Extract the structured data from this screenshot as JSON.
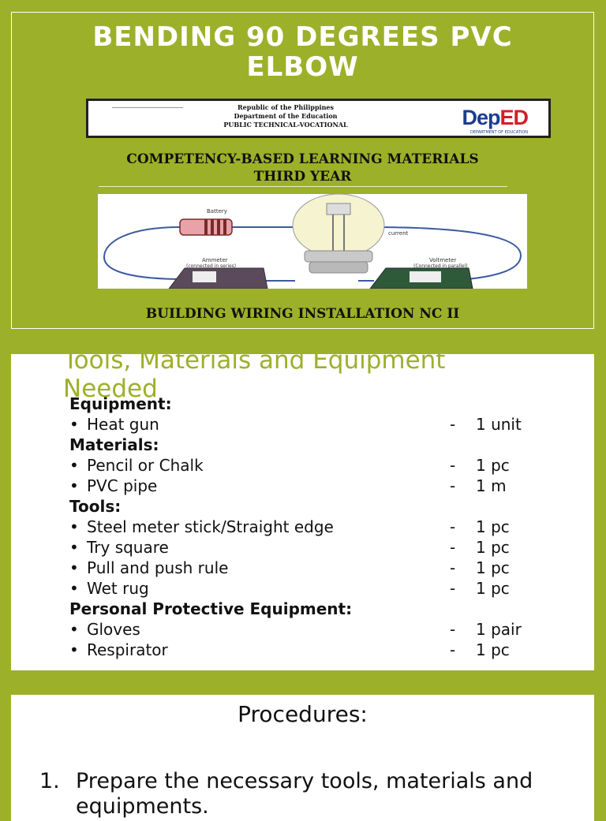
{
  "cover": {
    "title_line1": "BENDING 90 DEGREES PVC",
    "title_line2": "ELBOW",
    "banner": {
      "line1": "Republic of the Philippines",
      "line2": "Department of the Education",
      "line3": "PUBLIC TECHNICAL-VOCATIONAL",
      "logo_dep": "Dep",
      "logo_ed": "ED",
      "logo_sub": "DEPARTMENT OF EDUCATION"
    },
    "subtitle1": "COMPETENCY-BASED LEARNING MATERIALS",
    "subtitle2": "THIRD YEAR",
    "diagram_labels": {
      "battery": "Battery",
      "current": "current",
      "ammeter": "Ammeter",
      "ammeter_note": "(connected in series)",
      "voltmeter": "Voltmeter",
      "voltmeter_note": "(Connected in parallel)"
    },
    "footer": "BUILDING WIRING INSTALLATION NC II"
  },
  "tools_slide": {
    "title": "Tools, Materials and Equipment Needed",
    "sections": [
      {
        "heading": "Equipment:",
        "items": [
          {
            "name": "Heat gun",
            "qty": "1 unit"
          }
        ]
      },
      {
        "heading": "Materials:",
        "items": [
          {
            "name": "Pencil or Chalk",
            "qty": "1 pc"
          },
          {
            "name": "PVC pipe",
            "qty": "1 m"
          }
        ]
      },
      {
        "heading": "Tools:",
        "items": [
          {
            "name": "Steel meter stick/Straight edge",
            "qty": "1 pc"
          },
          {
            "name": "Try square",
            "qty": "1 pc"
          },
          {
            "name": "Pull and push rule",
            "qty": "1 pc"
          },
          {
            "name": "Wet rug",
            "qty": "1 pc"
          }
        ]
      },
      {
        "heading": "Personal Protective Equipment:",
        "items": [
          {
            "name": "Gloves",
            "qty": "1 pair"
          },
          {
            "name": "Respirator",
            "qty": "1 pc"
          }
        ]
      }
    ],
    "bullet": "•",
    "dash": "-"
  },
  "procedures_slide": {
    "title": "Procedures:",
    "steps": [
      {
        "num": "1.",
        "text": "Prepare the necessary tools, materials and equipments."
      }
    ]
  },
  "colors": {
    "accent": "#9db02a",
    "deped_red": "#d21f26",
    "deped_blue": "#1b3d8f"
  }
}
